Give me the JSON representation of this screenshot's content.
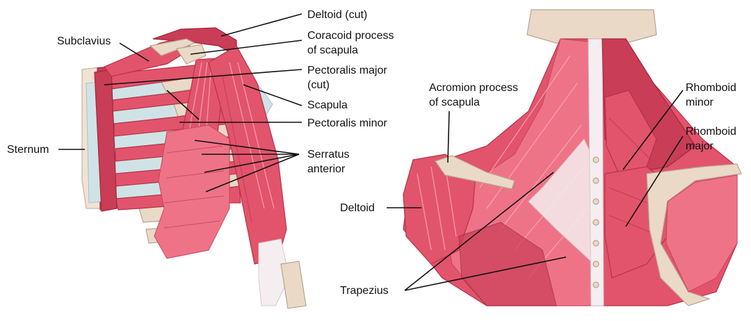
{
  "labels": {
    "subclavius": "Subclavius",
    "deltoid_cut": "Deltoid (cut)",
    "coracoid_line1": "Coracoid process",
    "coracoid_line2": "of scapula",
    "pec_major_line1": "Pectoralis major",
    "pec_major_line2": "(cut)",
    "scapula": "Scapula",
    "pec_minor": "Pectoralis minor",
    "sternum": "Sternum",
    "serratus_line1": "Serratus",
    "serratus_line2": "anterior",
    "acromion_line1": "Acromion process",
    "acromion_line2": "of scapula",
    "deltoid": "Deltoid",
    "trapezius": "Trapezius",
    "rhomboid_minor_line1": "Rhomboid",
    "rhomboid_minor_line2": "minor",
    "rhomboid_major_line1": "Rhomboid",
    "rhomboid_major_line2": "major"
  },
  "colors": {
    "muscle": "#e2546b",
    "muscle_dark": "#c93d56",
    "bone": "#ead9c6",
    "tendon": "#f4eef0",
    "cartilage": "#cfe3e6",
    "text": "#111111"
  }
}
